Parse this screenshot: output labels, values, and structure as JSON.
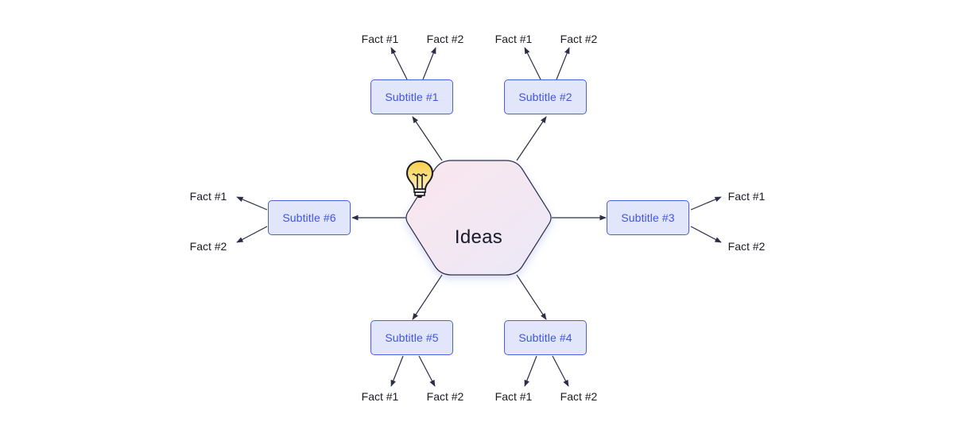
{
  "hub": {
    "title": "Ideas",
    "icon": "lightbulb-icon"
  },
  "branches": [
    {
      "id": 1,
      "label": "Subtitle #1",
      "facts": [
        "Fact #1",
        "Fact #2"
      ]
    },
    {
      "id": 2,
      "label": "Subtitle #2",
      "facts": [
        "Fact #1",
        "Fact #2"
      ]
    },
    {
      "id": 3,
      "label": "Subtitle #3",
      "facts": [
        "Fact #1",
        "Fact #2"
      ]
    },
    {
      "id": 4,
      "label": "Subtitle #4",
      "facts": [
        "Fact #1",
        "Fact #2"
      ]
    },
    {
      "id": 5,
      "label": "Subtitle #5",
      "facts": [
        "Fact #1",
        "Fact #2"
      ]
    },
    {
      "id": 6,
      "label": "Subtitle #6",
      "facts": [
        "Fact #1",
        "Fact #2"
      ]
    }
  ],
  "colors": {
    "subtitle_fill": "#e2e6fa",
    "subtitle_border": "#4a5fe0",
    "subtitle_text": "#3f55dc",
    "hub_border": "#2a2d45",
    "connector": "#2a2d45",
    "bulb": "#f7cf45"
  }
}
